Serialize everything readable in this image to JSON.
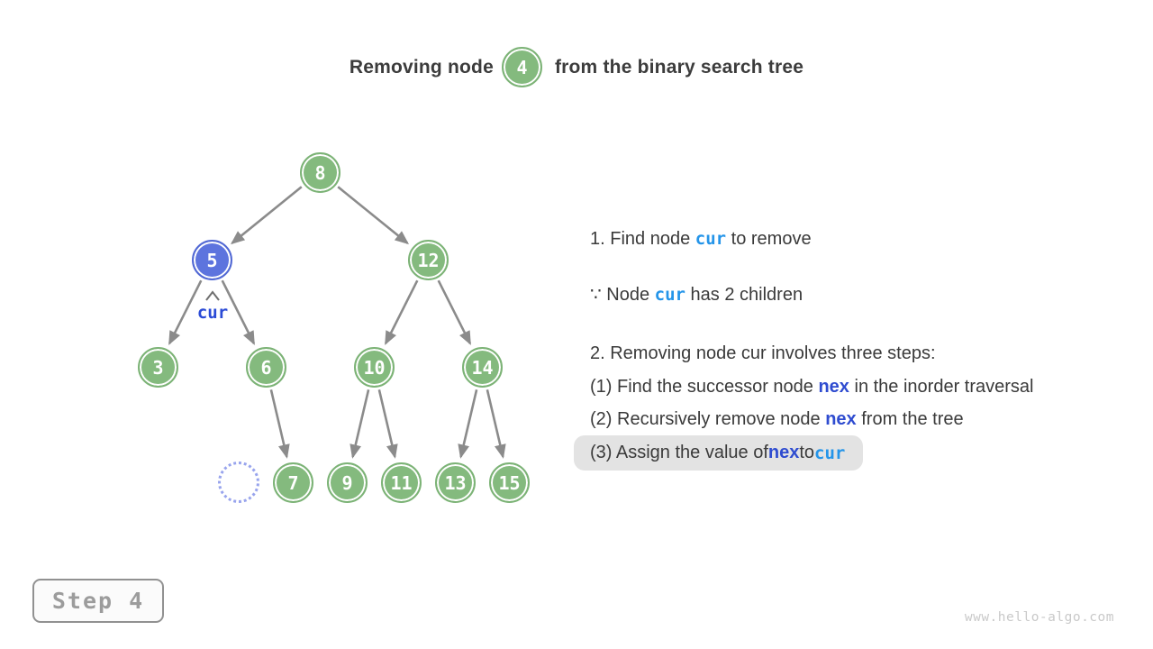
{
  "title": {
    "prefix": "Removing node",
    "node_value": "4",
    "suffix": "from the binary search tree"
  },
  "tree": {
    "nodes": [
      {
        "value": "8",
        "type": "green"
      },
      {
        "value": "5",
        "type": "blue"
      },
      {
        "value": "12",
        "type": "green"
      },
      {
        "value": "3",
        "type": "green"
      },
      {
        "value": "6",
        "type": "green"
      },
      {
        "value": "10",
        "type": "green"
      },
      {
        "value": "14",
        "type": "green"
      },
      {
        "value": "7",
        "type": "green"
      },
      {
        "value": "9",
        "type": "green"
      },
      {
        "value": "11",
        "type": "green"
      },
      {
        "value": "13",
        "type": "green"
      },
      {
        "value": "15",
        "type": "green"
      }
    ],
    "edges": [
      {
        "from": "8",
        "to": "5"
      },
      {
        "from": "8",
        "to": "12"
      },
      {
        "from": "5",
        "to": "3"
      },
      {
        "from": "5",
        "to": "6"
      },
      {
        "from": "12",
        "to": "10"
      },
      {
        "from": "12",
        "to": "14"
      },
      {
        "from": "6",
        "to": "7"
      },
      {
        "from": "10",
        "to": "9"
      },
      {
        "from": "10",
        "to": "11"
      },
      {
        "from": "14",
        "to": "13"
      },
      {
        "from": "14",
        "to": "15"
      }
    ],
    "pointer_label": "cur",
    "removed_placeholder": "empty-dashed-node"
  },
  "notes": {
    "line1": {
      "pre": "1. Find node ",
      "var": "cur",
      "post": " to remove"
    },
    "line2": {
      "pre": "∵ Node ",
      "var": "cur",
      "post": " has 2 children"
    },
    "line3": "2. Removing node cur involves three steps:",
    "line4": {
      "pre": "(1) Find the successor node ",
      "var": "nex",
      "post": " in the inorder traversal"
    },
    "line5": {
      "pre": "(2) Recursively remove node ",
      "var": "nex",
      "post": " from the tree"
    },
    "line6": {
      "pre": "(3) Assign the value of ",
      "var1": "nex",
      "mid": " to ",
      "var2": "cur"
    }
  },
  "step_badge": {
    "label": "Step 4"
  },
  "watermark": {
    "text": "www.hello-algo.com"
  },
  "colors": {
    "node_green": "#84ba7e",
    "node_blue": "#5d74de",
    "edge_gray": "#8b8b8b",
    "inline_cur_blue": "#2595e9",
    "inline_nex_blue": "#2f4cd0",
    "pointer_cur_blue": "#2b4bd6",
    "highlight_bg": "#e3e3e3",
    "dashed_node": "#98a4ed"
  }
}
